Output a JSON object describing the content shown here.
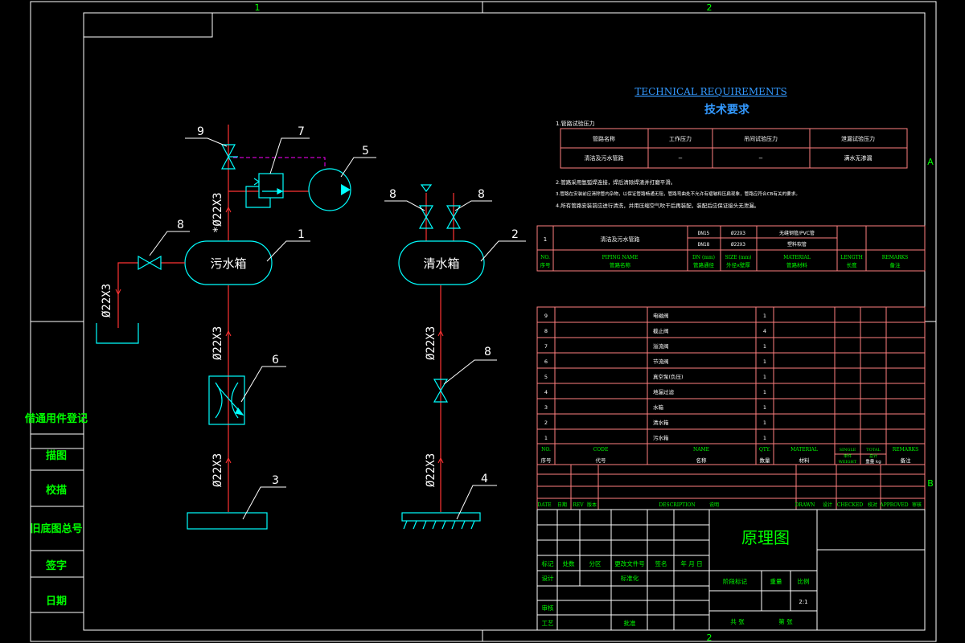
{
  "frame": {
    "zone_top_1": "1",
    "zone_top_2": "2",
    "zone_bottom_2": "2",
    "zone_right_a": "A",
    "zone_right_b": "B"
  },
  "side_panel": {
    "title": "借通用件登记",
    "rows": [
      "描图",
      "校描",
      "旧底图总号",
      "签字",
      "日期"
    ]
  },
  "colors": {
    "background": "#000000",
    "frame": "#ffffff",
    "cyan": "#00ffff",
    "pipe": "#ff3333",
    "pink": "#ff8080",
    "green": "#00ff00",
    "magenta": "#ff00ff",
    "blue_title": "#3399ff"
  },
  "diagram": {
    "tank_dirty": "污水箱",
    "tank_clean": "清水箱",
    "pipe_label_top": "*Ø22X3",
    "pipe_label_left": "Ø22X3",
    "pipe_label_mid": "Ø22X3",
    "pipe_label_low": "Ø22X3",
    "pipe_label_clean_mid": "Ø22X3",
    "pipe_label_clean_low": "Ø22X3",
    "callouts": {
      "c1": "1",
      "c2": "2",
      "c3": "3",
      "c4": "4",
      "c5": "5",
      "c6": "6",
      "c7": "7",
      "c8a": "8",
      "c8b": "8",
      "c8c": "8",
      "c8d": "8",
      "c9": "9"
    }
  },
  "tech": {
    "title_en": "TECHNICAL REQUIREMENTS",
    "title_cn": "技术要求",
    "item1": "1.管路试验压力",
    "table_headers": [
      "管路名称",
      "工作压力",
      "吊间试验压力",
      "泄漏试验压力"
    ],
    "table_row": [
      "清洁及污水管路",
      "−",
      "−",
      "满水无渗漏"
    ],
    "item2": "2.管路采用氩弧焊连接，焊后清除焊渣并打磨平滑。",
    "item3": "3.管路在安装前应清除管内杂物，以保证管路畅通无阻，管路弯曲处不允许有褶皱和压扁现象，管路应符合CB有关的要求。",
    "item4": "4.所有管路安装前应进行清洗，并用压缩空气吹干后再装配，装配后应保证接头无泄漏。"
  },
  "piping_table": {
    "row": {
      "no": "1",
      "name": "清洁及污水管路",
      "dn1": "DN15",
      "dn2": "DN18",
      "size1": "Ø22X3",
      "size2": "Ø22X3",
      "mat1": "无缝钢管/PVC管",
      "mat2": "塑料软管"
    },
    "header_en": [
      "NO.",
      "PIPING NAME",
      "DN (mm)",
      "SIZE (mm)",
      "MATERIAL",
      "LENGTH",
      "REMARKS"
    ],
    "header_cn": [
      "序号",
      "管路名称",
      "管路通径",
      "外径x壁厚",
      "管路材料",
      "长度",
      "备注"
    ]
  },
  "parts_list": {
    "rows": [
      {
        "no": "9",
        "name": "电磁阀",
        "qty": "1"
      },
      {
        "no": "8",
        "name": "截止阀",
        "qty": "4"
      },
      {
        "no": "7",
        "name": "溢流阀",
        "qty": "1"
      },
      {
        "no": "6",
        "name": "节流阀",
        "qty": "1"
      },
      {
        "no": "5",
        "name": "真空泵(负压)",
        "qty": "1"
      },
      {
        "no": "4",
        "name": "地漏过滤",
        "qty": "1"
      },
      {
        "no": "3",
        "name": "水箱",
        "qty": "1"
      },
      {
        "no": "2",
        "name": "清水箱",
        "qty": "1"
      },
      {
        "no": "1",
        "name": "污水箱",
        "qty": "1"
      }
    ],
    "header_en": [
      "NO.",
      "CODE",
      "NAME",
      "QTY.",
      "MATERIAL",
      "SINGLE",
      "TOTAL",
      "REMARKS"
    ],
    "header_weight": "WEIGHT",
    "header_cn": [
      "序号",
      "代号",
      "名称",
      "数量",
      "材料",
      "单件",
      "总计",
      "备注"
    ],
    "weight_unit": "重量 kg",
    "rev_header": [
      "DATE",
      "日期",
      "REV",
      "版本",
      "DESCRIPTION",
      "说明",
      "DRAWN",
      "设计",
      "CHECKED",
      "校对",
      "APPROVED",
      "审核"
    ]
  },
  "title_block": {
    "drawing_title": "原理图",
    "labels_row1": [
      "标记",
      "处数",
      "分区",
      "更改文件号",
      "签名",
      "年 月 日"
    ],
    "label_design": "设计",
    "label_standard": "标准化",
    "label_review": "审核",
    "label_process": "工艺",
    "label_approve": "批准",
    "stage_mark": "阶段标记",
    "weight": "重量",
    "scale": "比例",
    "scale_value": "2:1",
    "sheets_total": "共 张",
    "sheet_no": "第 张"
  }
}
